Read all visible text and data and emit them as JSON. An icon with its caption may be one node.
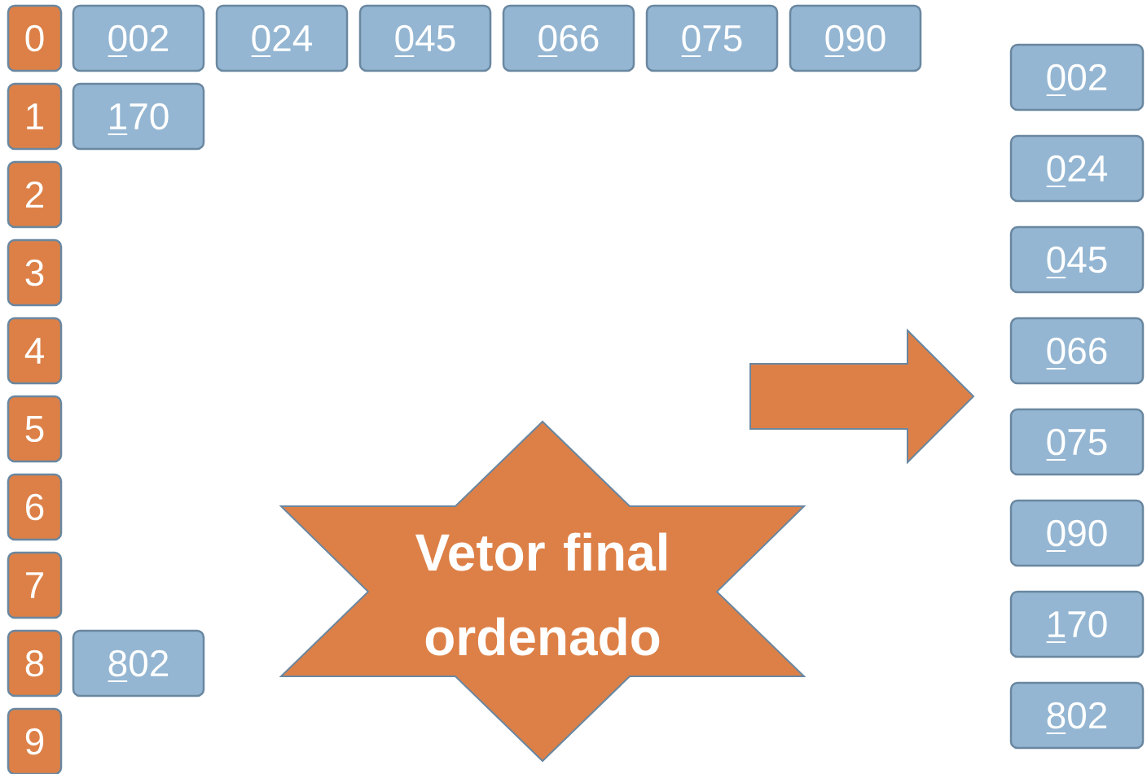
{
  "diagram": {
    "nodes": [
      {
        "text": [
          "0"
        ]
      },
      {
        "text": [
          "002"
        ]
      },
      {
        "text": [
          "024"
        ]
      },
      {
        "text": [
          "045"
        ]
      },
      {
        "text": [
          "066"
        ]
      },
      {
        "text": [
          "075"
        ]
      },
      {
        "text": [
          "090"
        ]
      },
      {
        "text": [
          "1"
        ]
      },
      {
        "text": [
          "170"
        ]
      },
      {
        "text": [
          "2"
        ]
      },
      {
        "text": [
          "3"
        ]
      },
      {
        "text": [
          "4"
        ]
      },
      {
        "text": [
          "5"
        ]
      },
      {
        "text": [
          "6"
        ]
      },
      {
        "text": [
          "7"
        ]
      },
      {
        "text": [
          "8"
        ]
      },
      {
        "text": [
          "802"
        ]
      },
      {
        "text": [
          "9"
        ]
      },
      {
        "text": [
          "002"
        ]
      },
      {
        "text": [
          "024"
        ]
      },
      {
        "text": [
          "045"
        ]
      },
      {
        "text": [
          "066"
        ]
      },
      {
        "text": [
          "075"
        ]
      },
      {
        "text": [
          "090"
        ]
      },
      {
        "text": [
          "170"
        ]
      },
      {
        "text": [
          "802"
        ]
      },
      {
        "text": [
          "Vetor final ordenado"
        ]
      }
    ]
  }
}
